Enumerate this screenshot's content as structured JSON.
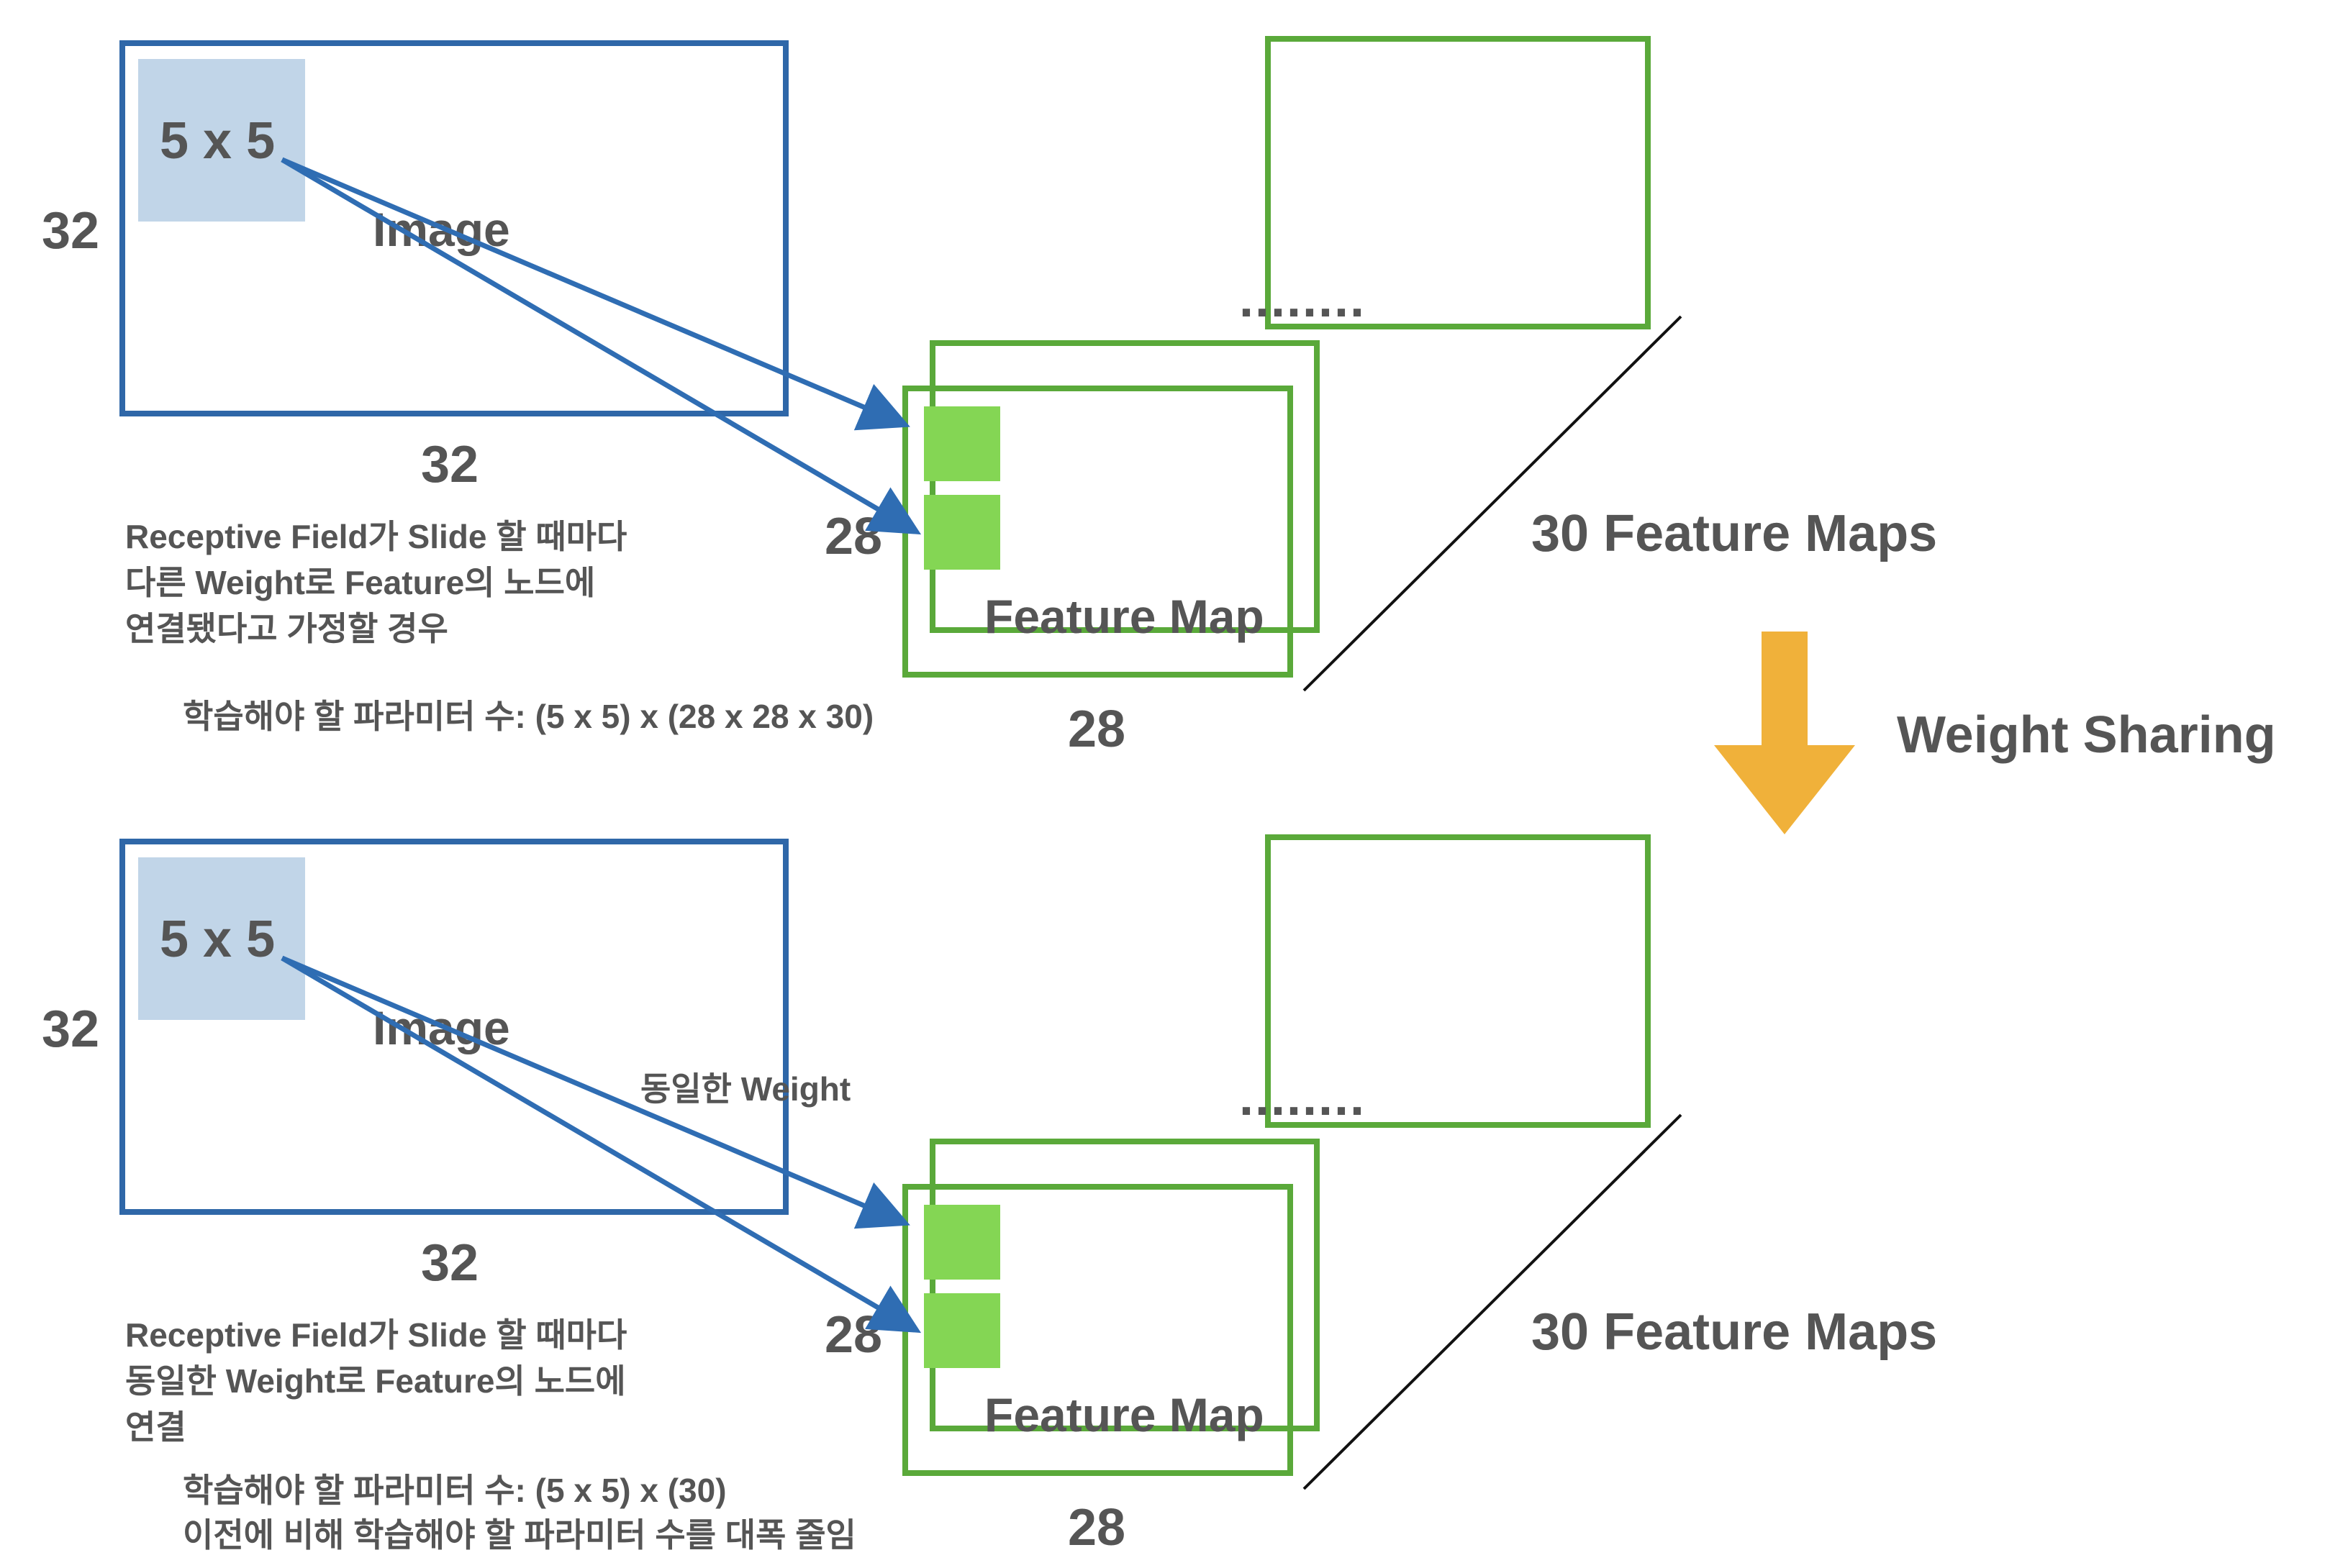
{
  "colors": {
    "image_border": "#2f67a8",
    "kernel_fill": "#c1d5e8",
    "arrow": "#2f6db3",
    "map_border": "#5aa93a",
    "patch_fill": "#84d654",
    "text": "#555555",
    "weight_arrow": "#f0b13a",
    "diag_line": "#111111"
  },
  "weight_sharing_label": "Weight Sharing",
  "panels": [
    {
      "kernel_label": "5 x 5",
      "image_label": "Image",
      "image_height_label": "32",
      "image_width_label": "32",
      "fmap_label": "Feature Map",
      "fmap_height_label": "28",
      "fmap_width_label": "28",
      "dots": "........",
      "maps_label": "30 Feature Maps",
      "arrow_label": "",
      "desc_lines": [
        "Receptive Field가 Slide 할 때마다",
        "다른 Weight로 Feature의 노드에",
        "연결됐다고 가정할 경우"
      ],
      "param_lines": [
        "학습해야 할 파라미터 수: (5 x 5) x (28 x 28 x 30)"
      ]
    },
    {
      "kernel_label": "5 x 5",
      "image_label": "Image",
      "image_height_label": "32",
      "image_width_label": "32",
      "fmap_label": "Feature Map",
      "fmap_height_label": "28",
      "fmap_width_label": "28",
      "dots": "........",
      "maps_label": "30 Feature Maps",
      "arrow_label": "동일한 Weight",
      "desc_lines": [
        "Receptive Field가 Slide 할 때마다",
        "동일한 Weight로 Feature의 노드에",
        "연결"
      ],
      "param_lines": [
        "학습해야 할 파라미터 수: (5 x 5) x (30)",
        "이전에 비해 학습해야 할 파라미터 수를 대폭 줄임"
      ]
    }
  ]
}
